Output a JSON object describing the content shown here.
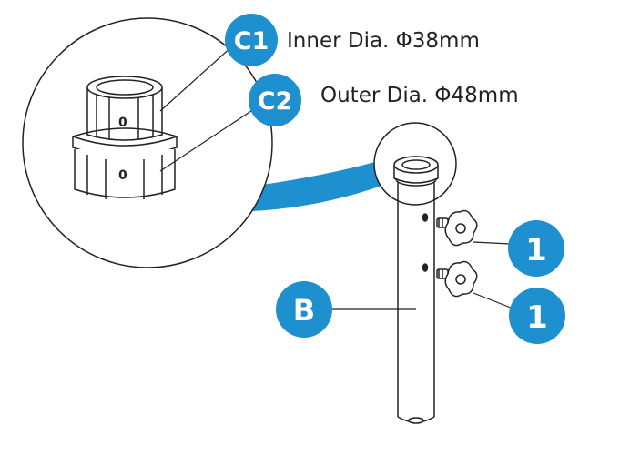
{
  "colors": {
    "accent": "#1e8fcf",
    "ink": "#222222",
    "paper": "#ffffff"
  },
  "callouts": {
    "c1": {
      "badge": "C1",
      "text": "Inner Dia. Φ38mm"
    },
    "c2": {
      "badge": "C2",
      "text": "Outer Dia. Φ48mm"
    },
    "b": {
      "badge": "B"
    },
    "knob_top": {
      "badge": "1"
    },
    "knob_bottom": {
      "badge": "1"
    }
  },
  "adapter": {
    "upper_mark": "0",
    "lower_mark": "0"
  }
}
